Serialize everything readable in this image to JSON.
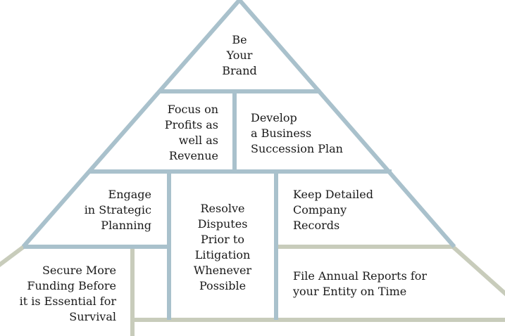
{
  "colors": {
    "blue": "#a9c1cc",
    "gray": "#c8ccbb",
    "text": "#1a1a1a"
  },
  "blocks": {
    "top": [
      "Be",
      "Your",
      "Brand"
    ],
    "profits": [
      "Focus on",
      "Profits as",
      "well as",
      "Revenue"
    ],
    "succession": [
      "Develop",
      "a Business",
      "Succession Plan"
    ],
    "strategic": [
      "Engage",
      "in Strategic",
      "Planning"
    ],
    "disputes": [
      "Resolve",
      "Disputes",
      "Prior to",
      "Litigation",
      "Whenever",
      "Possible"
    ],
    "records": [
      "Keep Detailed",
      "Company",
      "Records"
    ],
    "funding": [
      "Secure More",
      "Funding Before",
      "it is Essential for",
      "Survival"
    ],
    "reports": [
      "File Annual Reports for",
      "your Entity on Time"
    ]
  }
}
